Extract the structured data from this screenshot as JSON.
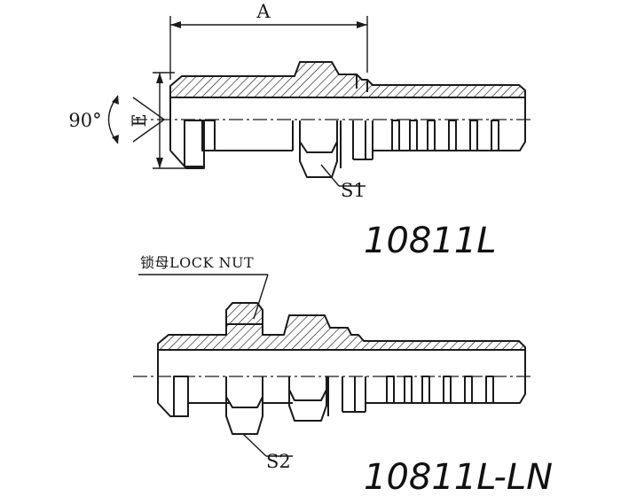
{
  "fitting_top": {
    "part_number": "10811L",
    "dimension_a": "A",
    "dimension_e": "E",
    "angle": "90°",
    "hex_label": "S1"
  },
  "fitting_bottom": {
    "part_number": "10811L-LN",
    "lock_nut_label": "锁母LOCK NUT",
    "hex_label": "S2"
  }
}
